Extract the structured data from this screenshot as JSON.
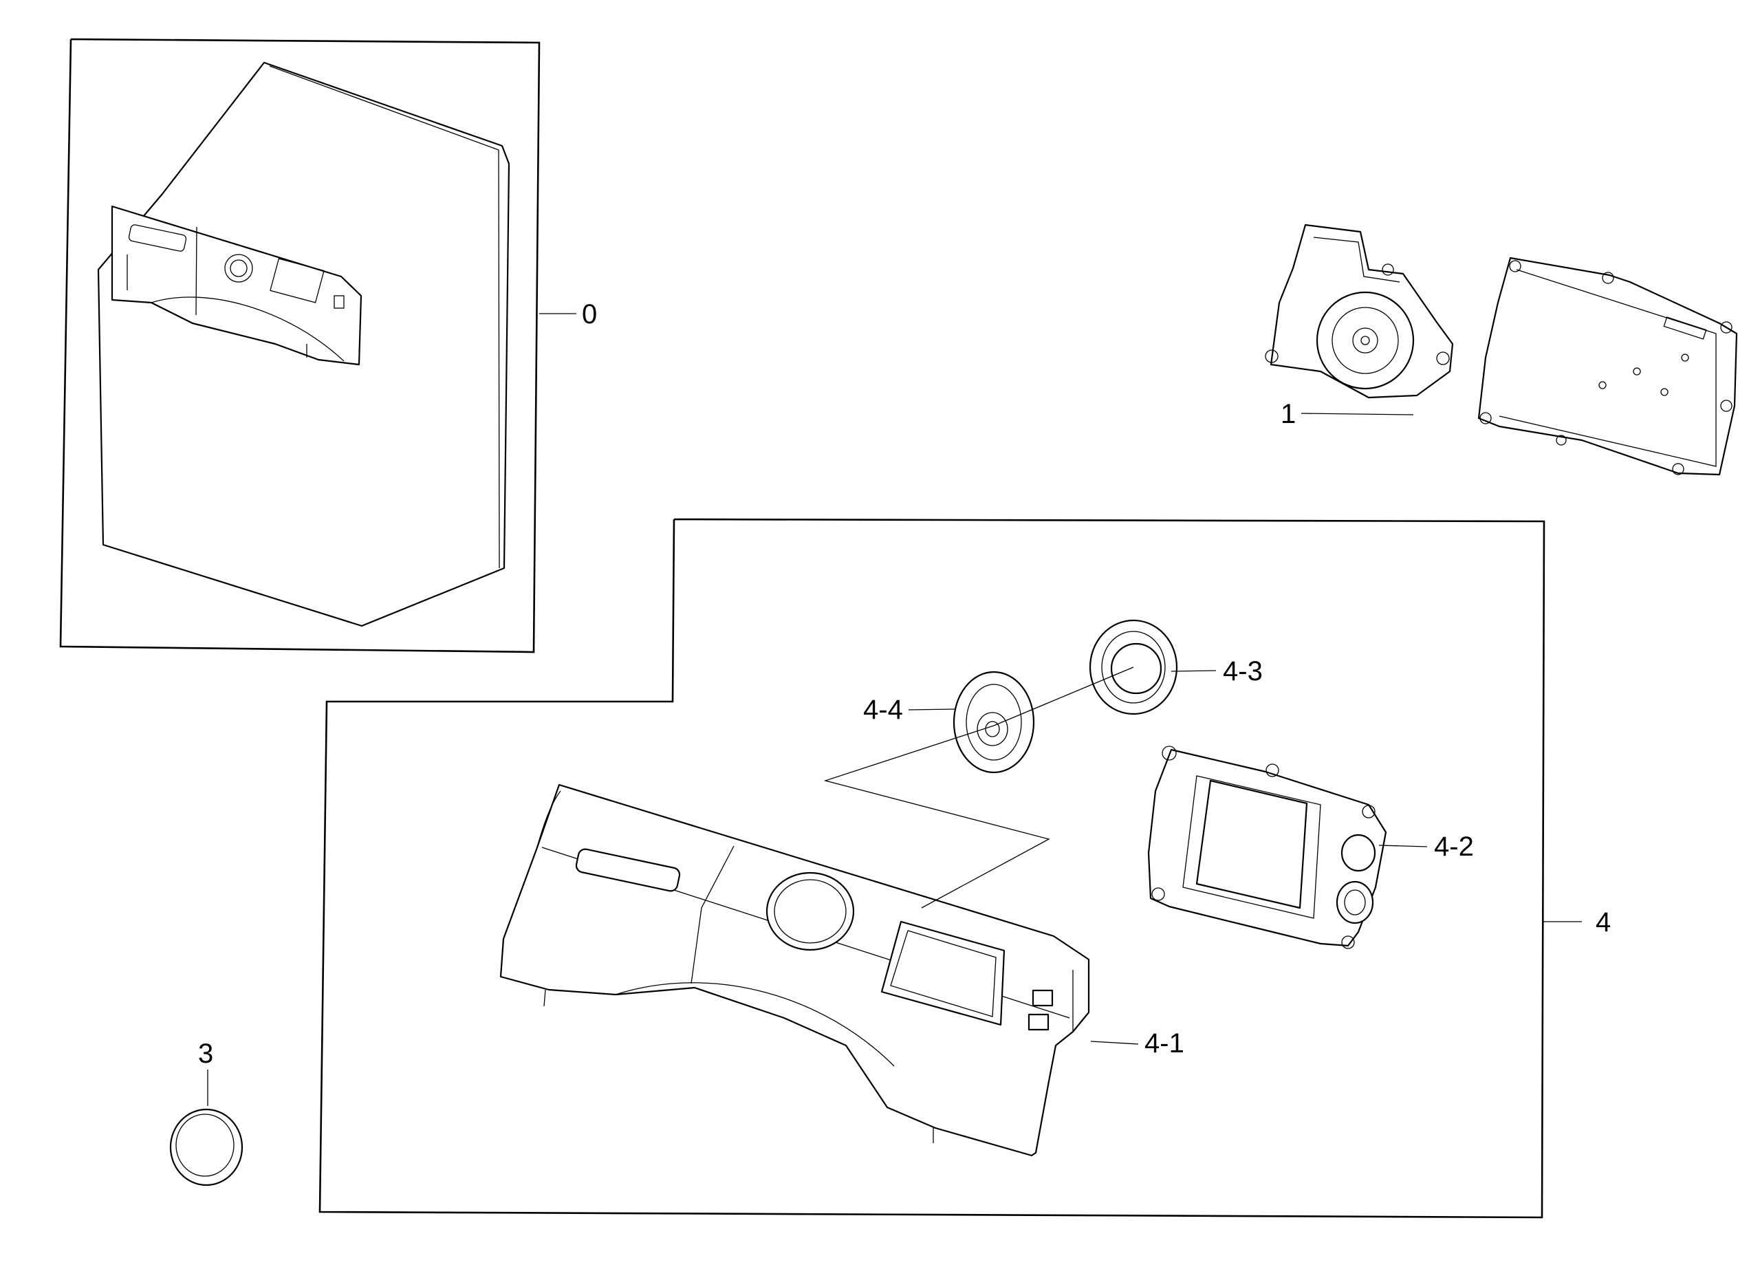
{
  "diagram": {
    "callouts": [
      {
        "id": "0",
        "text": "0"
      },
      {
        "id": "1",
        "text": "1"
      },
      {
        "id": "3",
        "text": "3"
      },
      {
        "id": "4",
        "text": "4"
      },
      {
        "id": "4-1",
        "text": "4-1"
      },
      {
        "id": "4-2",
        "text": "4-2"
      },
      {
        "id": "4-3",
        "text": "4-3"
      },
      {
        "id": "4-4",
        "text": "4-4"
      }
    ]
  }
}
